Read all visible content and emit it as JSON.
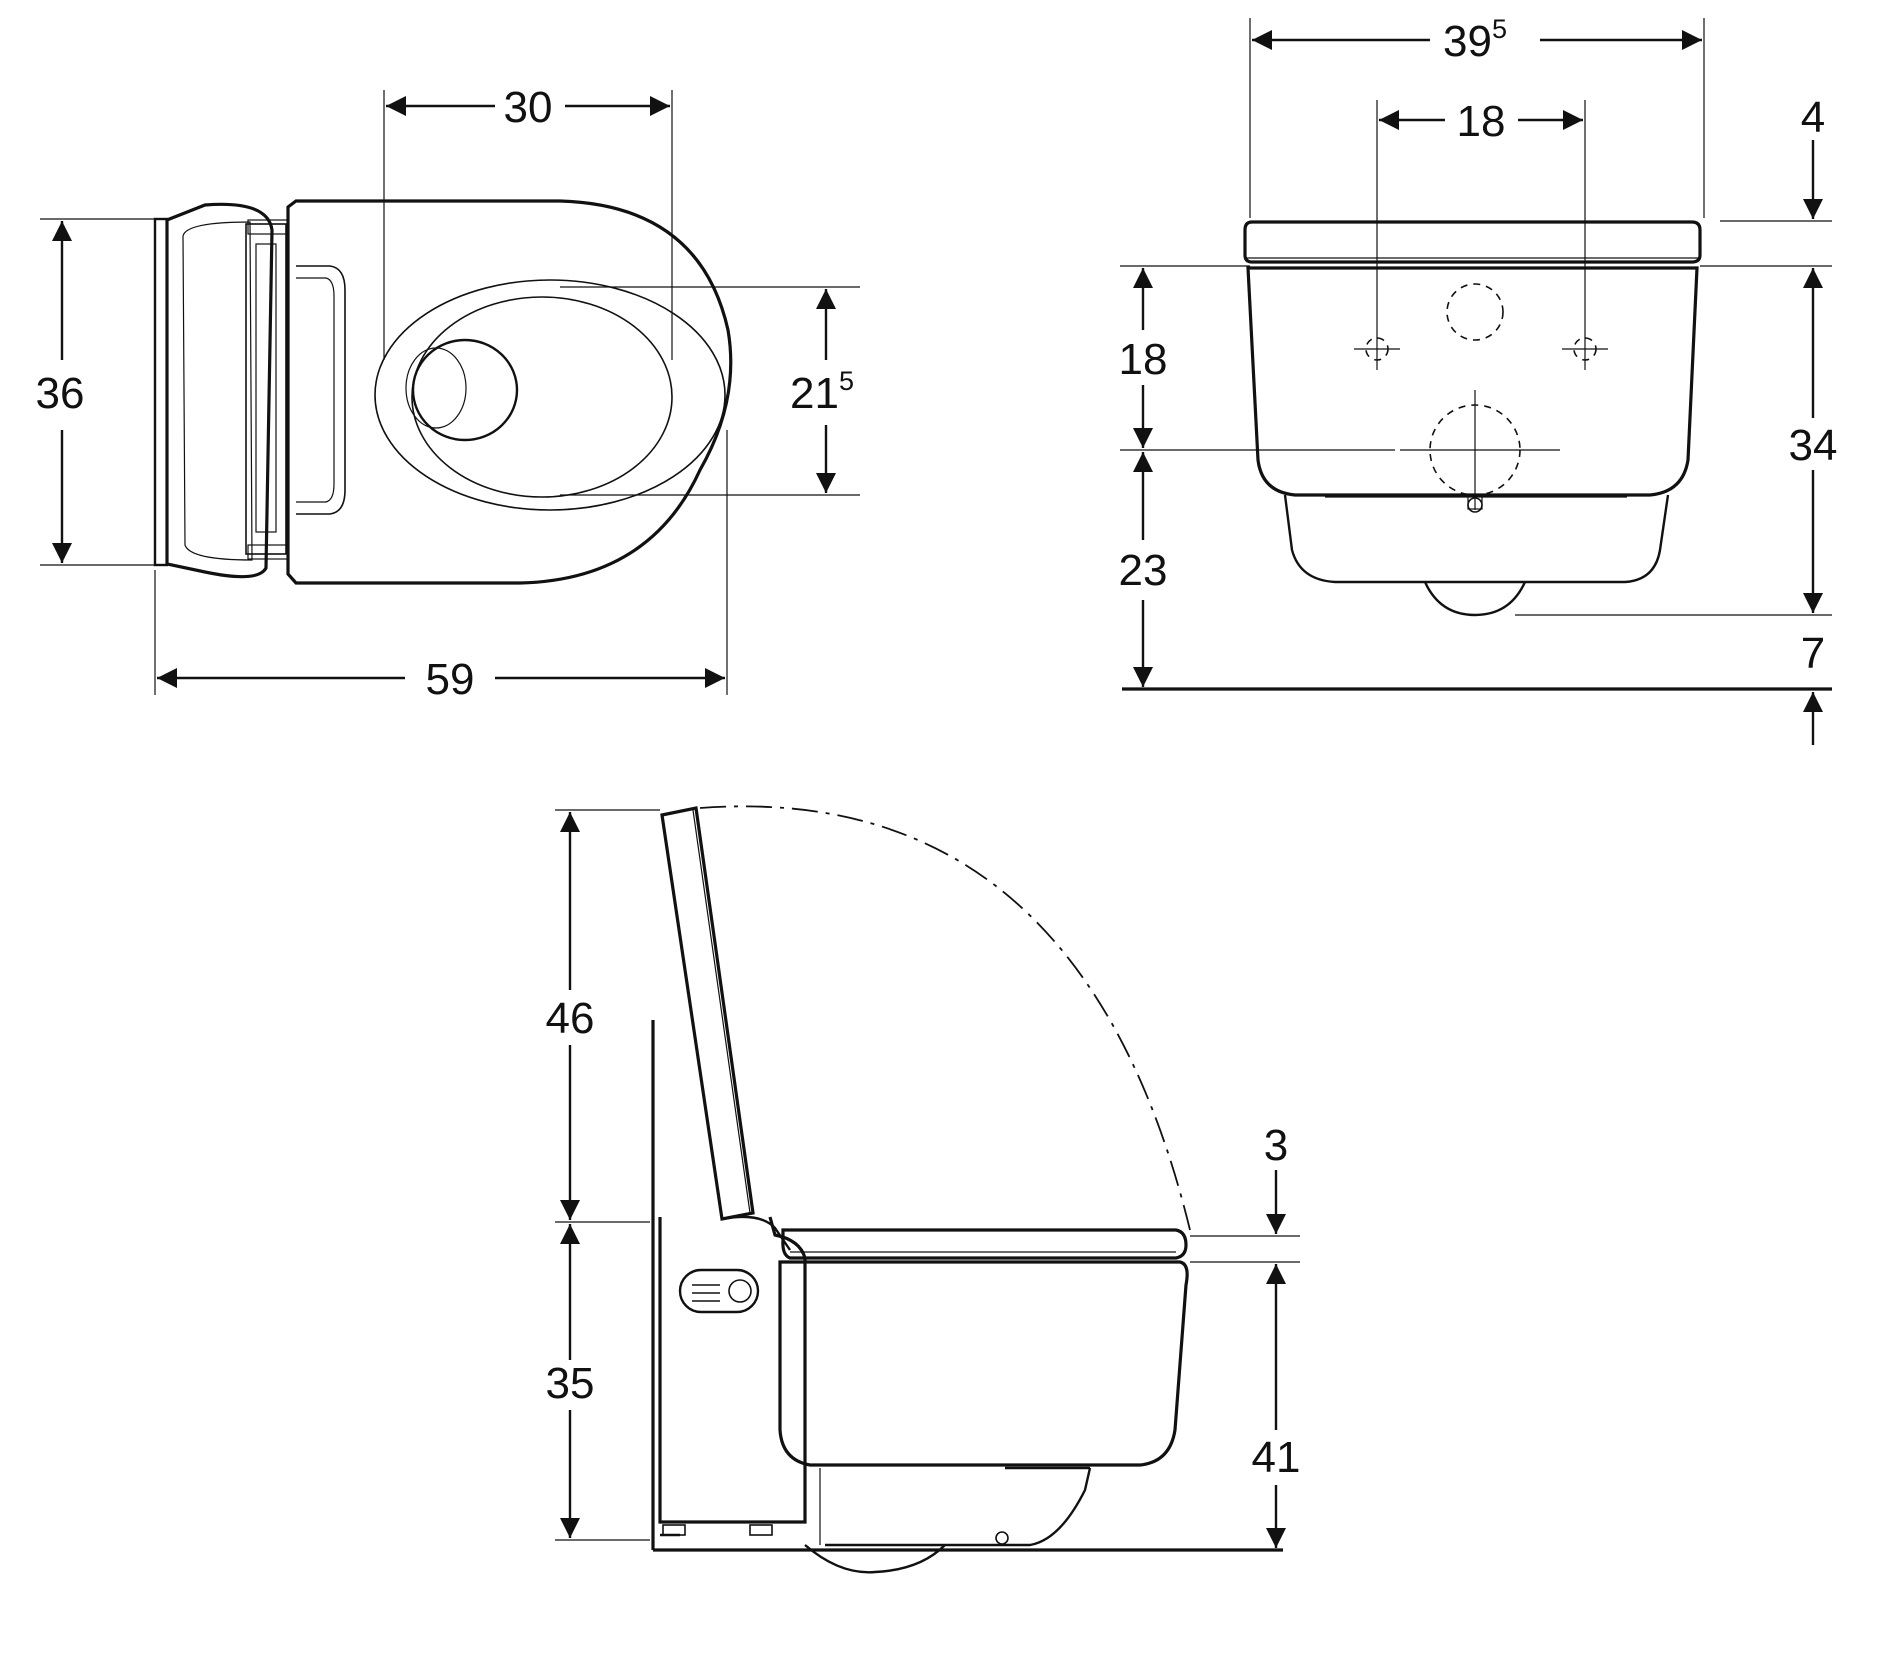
{
  "top_view": {
    "bowl_opening_width": "30",
    "depth": "59",
    "width": "36",
    "bowl_opening_length_main": "21",
    "bowl_opening_length_sup": "5"
  },
  "front_view": {
    "overall_width_main": "39",
    "overall_width_sup": "5",
    "fixing_centres": "18",
    "seat_height_above_rim": "4",
    "fixing_height_above_outlet": "18",
    "outlet_height": "23",
    "body_height": "34",
    "clearance_below": "7"
  },
  "side_view": {
    "lid_height": "46",
    "seat_thickness": "3",
    "installation_height": "35",
    "rim_height": "41"
  }
}
